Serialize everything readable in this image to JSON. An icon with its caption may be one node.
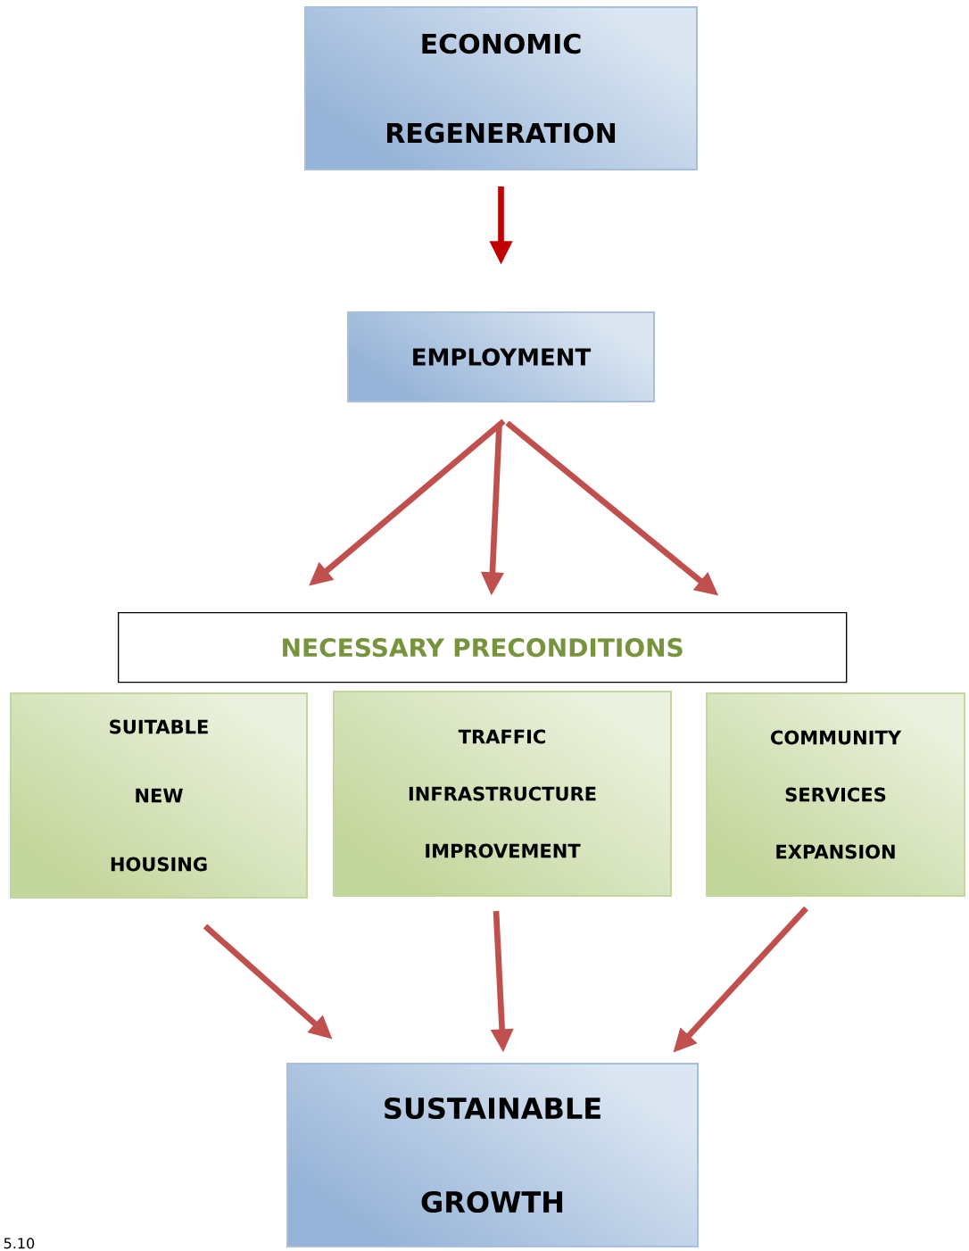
{
  "diagram": {
    "nodes": [
      {
        "text": [
          "ECONOMIC REGENERATION"
        ]
      },
      {
        "text": [
          "EMPLOYMENT"
        ]
      },
      {
        "text": [
          "NECESSARY PRECONDITIONS"
        ]
      },
      {
        "text": [
          "SUITABLE NEW HOUSING"
        ]
      },
      {
        "text": [
          "TRAFFIC INFRASTRUCTURE IMPROVEMENT"
        ]
      },
      {
        "text": [
          "COMMUNITY SERVICES EXPANSION"
        ]
      },
      {
        "text": [
          "SUSTAINABLE GROWTH"
        ]
      }
    ],
    "edges": [
      {
        "from": 0,
        "to": 1,
        "arrow": "to",
        "color": "#c00000"
      },
      {
        "from": 1,
        "to": 2,
        "arrow": "to"
      },
      {
        "from": 1,
        "to": 2,
        "arrow": "to"
      },
      {
        "from": 1,
        "to": 2,
        "arrow": "to"
      },
      {
        "from": 3,
        "to": 6,
        "arrow": "to"
      },
      {
        "from": 4,
        "to": 6,
        "arrow": "to"
      },
      {
        "from": 5,
        "to": 6,
        "arrow": "to"
      }
    ],
    "labels": [
      "5.10"
    ]
  }
}
